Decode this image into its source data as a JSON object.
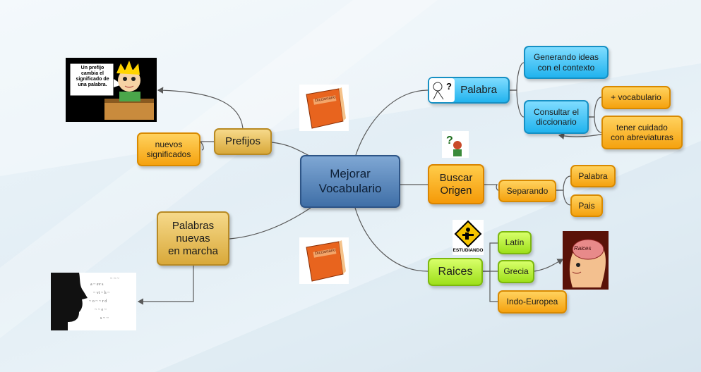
{
  "center": {
    "label": "Mejorar\nVocabulario"
  },
  "left": {
    "prefijos": {
      "label": "Prefijos"
    },
    "nuevos_significados": {
      "label": "nuevos\nsignificados"
    },
    "palabras_nuevas": {
      "label": "Palabras\nnuevas\nen marcha"
    },
    "prefijo_callout": "Un prefijo\ncambia el\nsignificado de\nuna palabra."
  },
  "right": {
    "palabra": {
      "label": "Palabra"
    },
    "generando": {
      "label": "Generando ideas\ncon el contexto"
    },
    "consultar": {
      "label": "Consultar el\ndiccionario"
    },
    "mas_vocabulario": {
      "label": "+ vocabulario"
    },
    "tener_cuidado": {
      "label": "tener cuidado\ncon abreviaturas"
    },
    "buscar_origen": {
      "label": "Buscar\nOrigen"
    },
    "separando": {
      "label": "Separando"
    },
    "palabra2": {
      "label": "Palabra"
    },
    "pais": {
      "label": "Pais"
    },
    "raices": {
      "label": "Raices"
    },
    "latin": {
      "label": "Latín"
    },
    "grecia": {
      "label": "Grecia"
    },
    "indo_europea": {
      "label": "Indo-Europea"
    },
    "estudiando_sign": "ESTUDIANDO"
  },
  "images": {
    "dictionary_title": "Diccionario",
    "brain_label": "Raices"
  },
  "colors": {
    "line": "#5a5a5a",
    "center": "#4a7bb5",
    "gold": "#e8c062",
    "orange": "#f7ad1b",
    "blue": "#34c1f5",
    "green": "#b4f03a"
  }
}
